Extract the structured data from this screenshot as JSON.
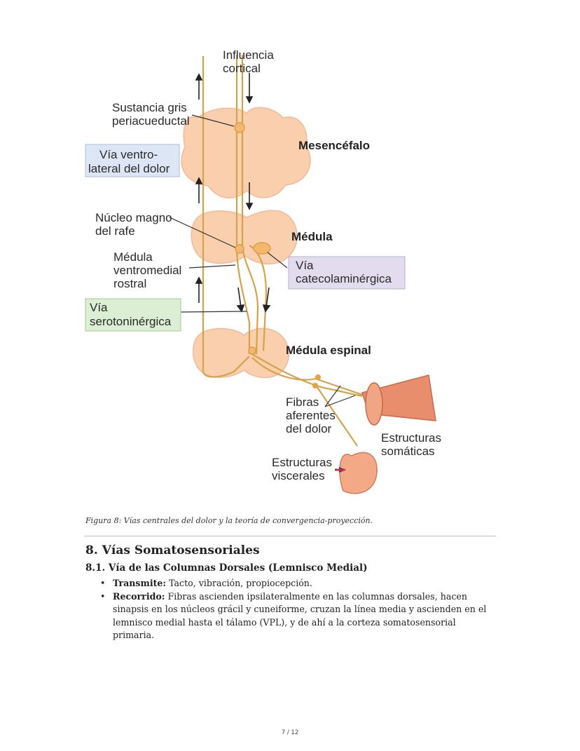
{
  "figure": {
    "labels": {
      "cortical_1": "Influencia",
      "cortical_2": "cortical",
      "gris_1": "Sustancia gris",
      "gris_2": "periacueductal",
      "mesencefalo": "Mesencéfalo",
      "ventro_1": "Vía ventro-",
      "ventro_2": "lateral del dolor",
      "magno_1": "Núcleo magno",
      "magno_2": "del rafe",
      "medula": "Médula",
      "ventromedial_1": "Médula",
      "ventromedial_2": "ventromedial",
      "ventromedial_3": "rostral",
      "catecol_1": "Vía",
      "catecol_2": "catecolaminérgica",
      "seroton_1": "Vía",
      "seroton_2": "serotoninérgica",
      "espinal": "Médula espinal",
      "fibras_1": "Fibras",
      "fibras_2": "aferentes",
      "fibras_3": "del dolor",
      "somaticas_1": "Estructuras",
      "somaticas_2": "somáticas",
      "viscerales_1": "Estructuras",
      "viscerales_2": "viscerales"
    },
    "colors": {
      "tissue": "#f9cfae",
      "tissue_edge": "#f3b996",
      "pathway": "#d4a24a",
      "box_blue": "#dce6f4",
      "box_purple": "#e3dcef",
      "box_green": "#dcefd5",
      "muscle": "#e88e6c"
    }
  },
  "caption": "Figura 8: Vías centrales del dolor y la teoría de convergencia-proyección.",
  "section": {
    "heading": "8. Vías Somatosensoriales",
    "subheading": "8.1. Vía de las Columnas Dorsales (Lemnisco Medial)",
    "items": [
      {
        "term": "Transmite:",
        "text": " Tacto, vibración, propiocepción."
      },
      {
        "term": "Recorrido:",
        "text": " Fibras ascienden ipsilateralmente en las columnas dorsales, hacen sinapsis en los núcleos grácil y cuneiforme, cruzan la línea media y ascienden en el lemnisco medial hasta el tálamo (VPL), y de ahí a la corteza somatosensorial primaria."
      }
    ],
    "bullet": "•"
  },
  "page_number": "7 / 12"
}
